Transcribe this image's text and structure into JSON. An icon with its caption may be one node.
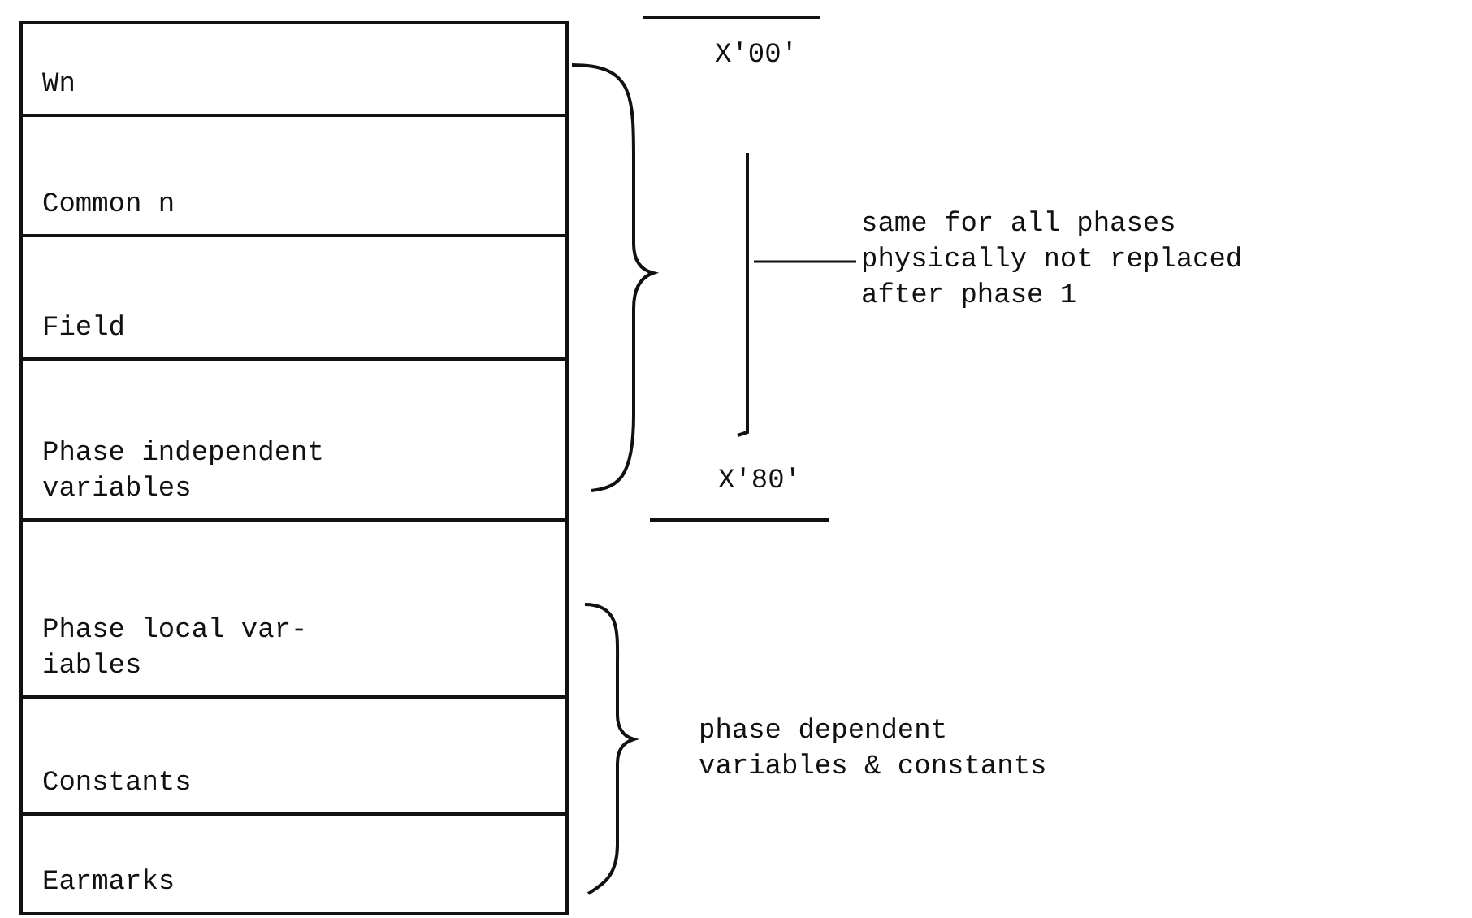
{
  "diagram": {
    "nodes": [
      {
        "text": [
          "Wn"
        ]
      },
      {
        "text": [
          "Common n"
        ]
      },
      {
        "text": [
          "Field"
        ]
      },
      {
        "text": [
          "Phase independent variables"
        ]
      },
      {
        "text": [
          "Phase local var- iables"
        ]
      },
      {
        "text": [
          "Constants"
        ]
      },
      {
        "text": [
          "Earmarks"
        ]
      },
      {
        "text": [
          "same for all phases physically not replaced after phase 1"
        ]
      }
    ],
    "edges": [
      {
        "from": null,
        "to": 7,
        "arrow": "none"
      }
    ],
    "labels": [
      "X'00'",
      "X'80'",
      "phase dependent variables & constants"
    ]
  }
}
